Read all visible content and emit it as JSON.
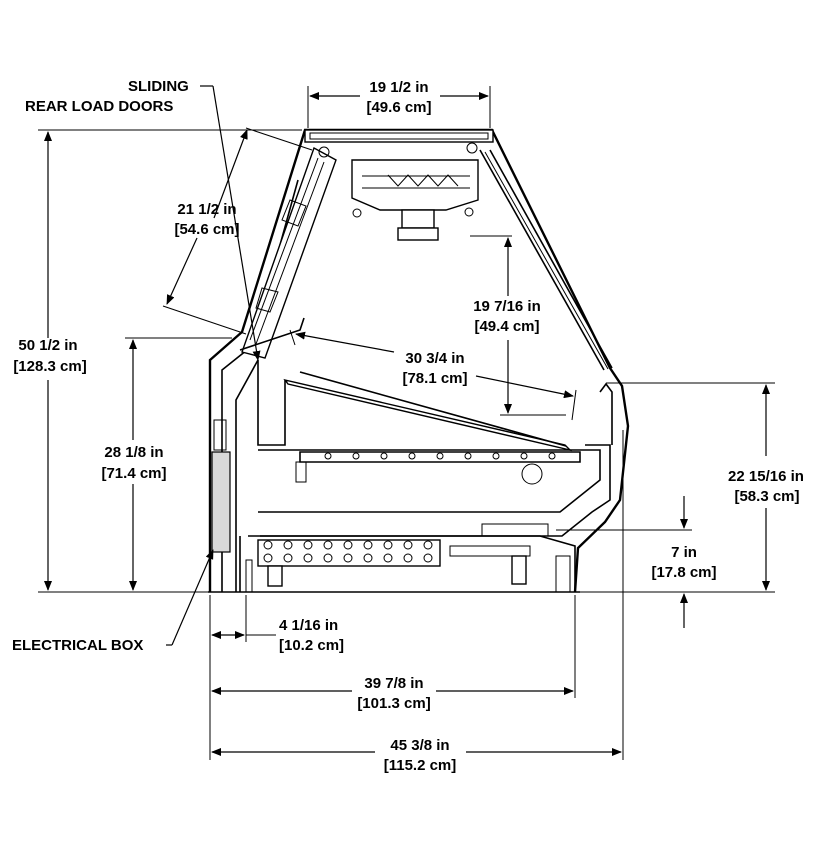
{
  "labels": {
    "sliding_doors": [
      "SLIDING",
      "REAR LOAD DOORS"
    ],
    "electrical_box": "ELECTRICAL BOX"
  },
  "dimensions": {
    "top_width": [
      "19 1/2 in",
      "[49.6 cm]"
    ],
    "door_length": [
      "21 1/2 in",
      "[54.6 cm]"
    ],
    "total_height": [
      "50 1/2 in",
      "[128.3 cm]"
    ],
    "rear_height": [
      "28 1/8 in",
      "[71.4 cm]"
    ],
    "glass_height": [
      "19 7/16 in",
      "[49.4 cm]"
    ],
    "deck_depth": [
      "30 3/4 in",
      "[78.1 cm]"
    ],
    "front_height": [
      "22 15/16 in",
      "[58.3 cm]"
    ],
    "base_height": [
      "7 in",
      "[17.8 cm]"
    ],
    "rear_offset": [
      "4 1/16 in",
      "[10.2 cm]"
    ],
    "base_depth": [
      "39 7/8 in",
      "[101.3 cm]"
    ],
    "overall_depth": [
      "45 3/8 in",
      "[115.2 cm]"
    ]
  }
}
